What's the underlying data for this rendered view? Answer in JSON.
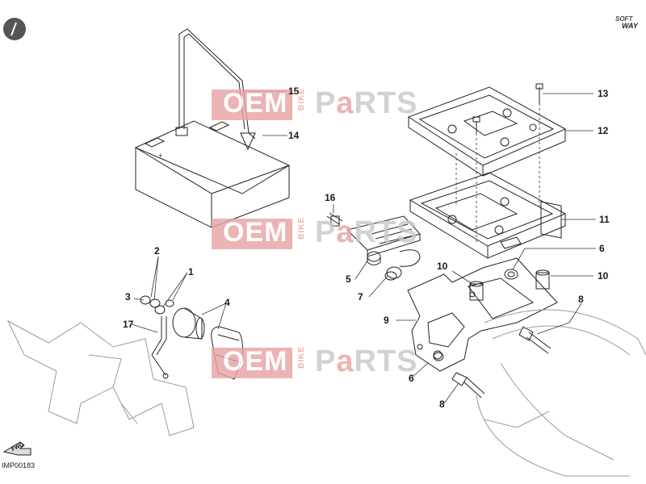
{
  "diagram": {
    "code": "IMP00183",
    "brand_top": "SOFT",
    "brand_bottom": "WAY",
    "fwd_label": "FWD",
    "callouts": [
      {
        "id": "c15",
        "label": "15"
      },
      {
        "id": "c14",
        "label": "14"
      },
      {
        "id": "c13",
        "label": "13"
      },
      {
        "id": "c12",
        "label": "12"
      },
      {
        "id": "c16",
        "label": "16"
      },
      {
        "id": "c11",
        "label": "11"
      },
      {
        "id": "c2",
        "label": "2"
      },
      {
        "id": "c1",
        "label": "1"
      },
      {
        "id": "c6a",
        "label": "6"
      },
      {
        "id": "c10a",
        "label": "10"
      },
      {
        "id": "c5",
        "label": "5"
      },
      {
        "id": "c10b",
        "label": "10"
      },
      {
        "id": "c7",
        "label": "7"
      },
      {
        "id": "c3",
        "label": "3"
      },
      {
        "id": "c4",
        "label": "4"
      },
      {
        "id": "c8a",
        "label": "8"
      },
      {
        "id": "c9",
        "label": "9"
      },
      {
        "id": "c17",
        "label": "17"
      },
      {
        "id": "c6b",
        "label": "6"
      },
      {
        "id": "c8b",
        "label": "8"
      }
    ]
  },
  "watermark": {
    "oem": "OEM",
    "bike": "BIKE",
    "parts_p": "P",
    "parts_a": "a",
    "parts_rts": "RTS"
  }
}
